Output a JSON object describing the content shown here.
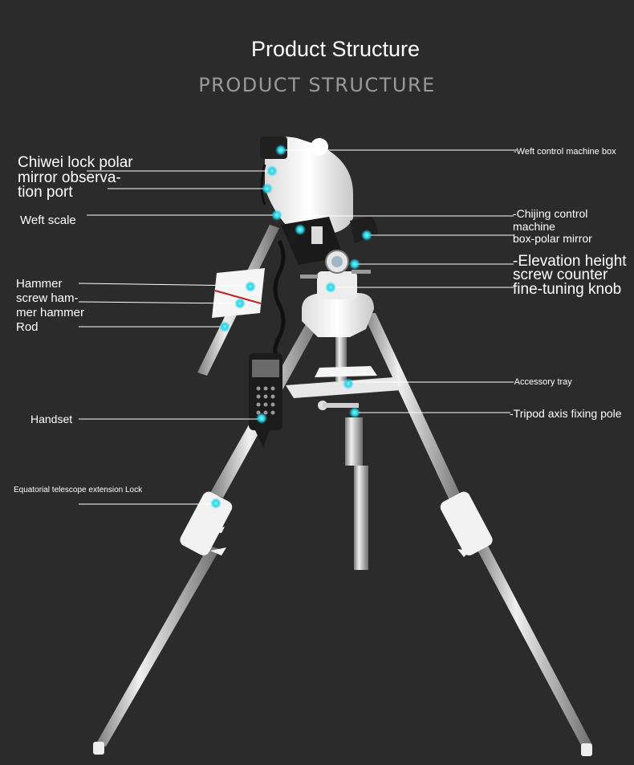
{
  "header": {
    "title": "Product Structure",
    "subtitle": "PRODUCT STRUCTURE"
  },
  "labels": {
    "chiwei_lock": [
      "Chiwei lock polar",
      "mirror observa-",
      "tion port"
    ],
    "weft_scale": "Weft scale",
    "hammer": [
      "Hammer",
      "screw ham-",
      "mer hammer",
      "Rod"
    ],
    "handset": "Handset",
    "extension_lock": "Equatorial telescope extension Lock",
    "weft_control": "-Weft control machine box",
    "chijing_control": [
      "-Chijing control",
      "machine",
      "box-polar mirror"
    ],
    "elevation": [
      "-Elevation height",
      "screw counter",
      "fine-tuning knob"
    ],
    "accessory_tray": "-Accessory tray",
    "tripod_axis": "-Tripod axis fixing pole"
  },
  "colors": {
    "background": "#2b2b2b",
    "label_text": "#ffffff",
    "subtitle_text": "#9a9a9a",
    "marker": "#29d3e6",
    "mount_white": "#f2f2f2",
    "steel": "#c9c9c9"
  }
}
